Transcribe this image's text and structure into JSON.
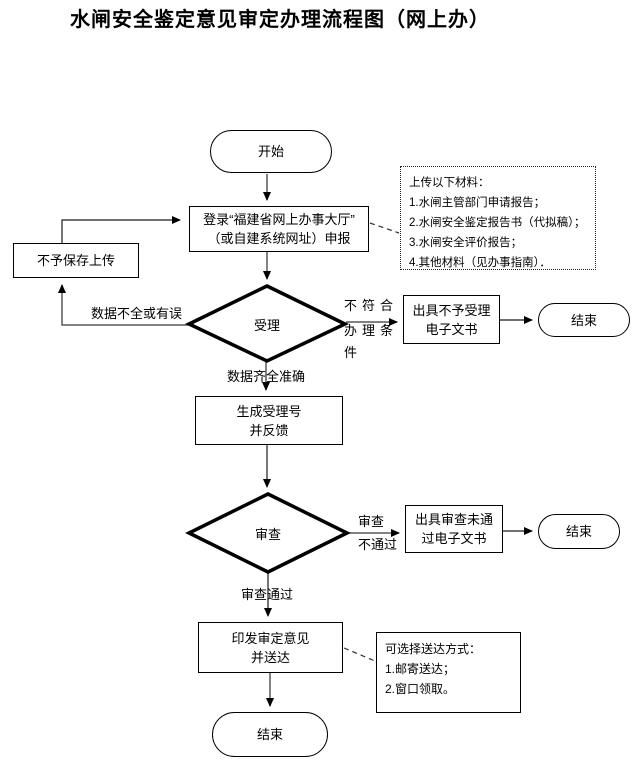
{
  "flowchart": {
    "title": "水闸安全鉴定意见审定办理流程图（网上办）",
    "nodes": {
      "start": {
        "label": "开始"
      },
      "login": {
        "line1": "登录“福建省网上办事大厅”",
        "line2": "（或自建系统网址）申报"
      },
      "no_save": {
        "label": "不予保存上传"
      },
      "accept_decision": {
        "label": "受理"
      },
      "reject_accept": {
        "line1": "出具不予受理",
        "line2": "电子文书"
      },
      "end_top": {
        "label": "结束"
      },
      "generate": {
        "line1": "生成受理号",
        "line2": "并反馈"
      },
      "review_decision": {
        "label": "审查"
      },
      "reject_review": {
        "line1": "出具审查未通",
        "line2": "过电子文书"
      },
      "end_mid": {
        "label": "结束"
      },
      "issue": {
        "line1": "印发审定意见",
        "line2": "并送达"
      },
      "end_bottom": {
        "label": "结束"
      }
    },
    "edge_labels": {
      "data_incomplete": "数据不全或有误",
      "data_complete": "数据齐全准确",
      "not_eligible_l1": "不符合",
      "not_eligible_l2": "办理条",
      "not_eligible_l3": "件",
      "review_fail_l1": "审查",
      "review_fail_l2": "不通过",
      "review_pass": "审查通过"
    },
    "notes": {
      "upload": {
        "lines": [
          "上传以下材料：",
          "1.水闸主管部门申请报告；",
          "2.水闸安全鉴定报告书（代拟稿）；",
          "3.水闸安全评价报告；",
          "4.其他材料（见办事指南）．"
        ]
      },
      "delivery": {
        "lines": [
          "可选择送达方式：",
          "1.邮寄送达；",
          "2.窗口领取。"
        ]
      }
    },
    "colors": {
      "connector_gray": "#595959",
      "arrowhead_black": "#000000",
      "diamond_stroke": "#000000",
      "box_border": "#000000"
    }
  }
}
